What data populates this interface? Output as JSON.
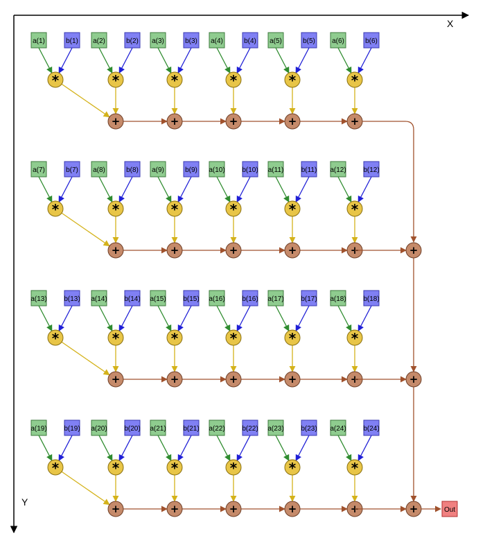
{
  "axes": {
    "x_label": "X",
    "y_label": "Y"
  },
  "colors": {
    "a_fill": "#8fcc8f",
    "a_stroke": "#3c7a3c",
    "b_fill": "#8080f4",
    "b_stroke": "#3a3ab0",
    "mul_fill": "#e8c547",
    "mul_stroke": "#8a7010",
    "add_fill": "#c58a6a",
    "add_stroke": "#6e3e26",
    "edge_a": "#2e8b2e",
    "edge_b": "#1f1fd6",
    "edge_mul": "#d4b21a",
    "edge_add": "#a0522d",
    "out_fill": "#f08080",
    "out_stroke": "#b03030"
  },
  "operators": {
    "mul": "*",
    "add": "+"
  },
  "output": {
    "label": "Out"
  },
  "rows": [
    {
      "a": [
        "a(1)",
        "a(2)",
        "a(3)",
        "a(4)",
        "a(5)",
        "a(6)"
      ],
      "b": [
        "b(1)",
        "b(2)",
        "b(3)",
        "b(4)",
        "b(5)",
        "b(6)"
      ]
    },
    {
      "a": [
        "a(7)",
        "a(8)",
        "a(9)",
        "a(10)",
        "a(11)",
        "a(12)"
      ],
      "b": [
        "b(7)",
        "b(8)",
        "b(9)",
        "b(10)",
        "b(11)",
        "b(12)"
      ]
    },
    {
      "a": [
        "a(13)",
        "a(14)",
        "a(15)",
        "a(16)",
        "a(17)",
        "a(18)"
      ],
      "b": [
        "b(13)",
        "b(14)",
        "b(15)",
        "b(16)",
        "b(17)",
        "b(18)"
      ]
    },
    {
      "a": [
        "a(19)",
        "a(20)",
        "a(21)",
        "a(22)",
        "a(23)",
        "a(24)"
      ],
      "b": [
        "b(19)",
        "b(20)",
        "b(21)",
        "b(22)",
        "b(23)",
        "b(24)"
      ]
    }
  ]
}
